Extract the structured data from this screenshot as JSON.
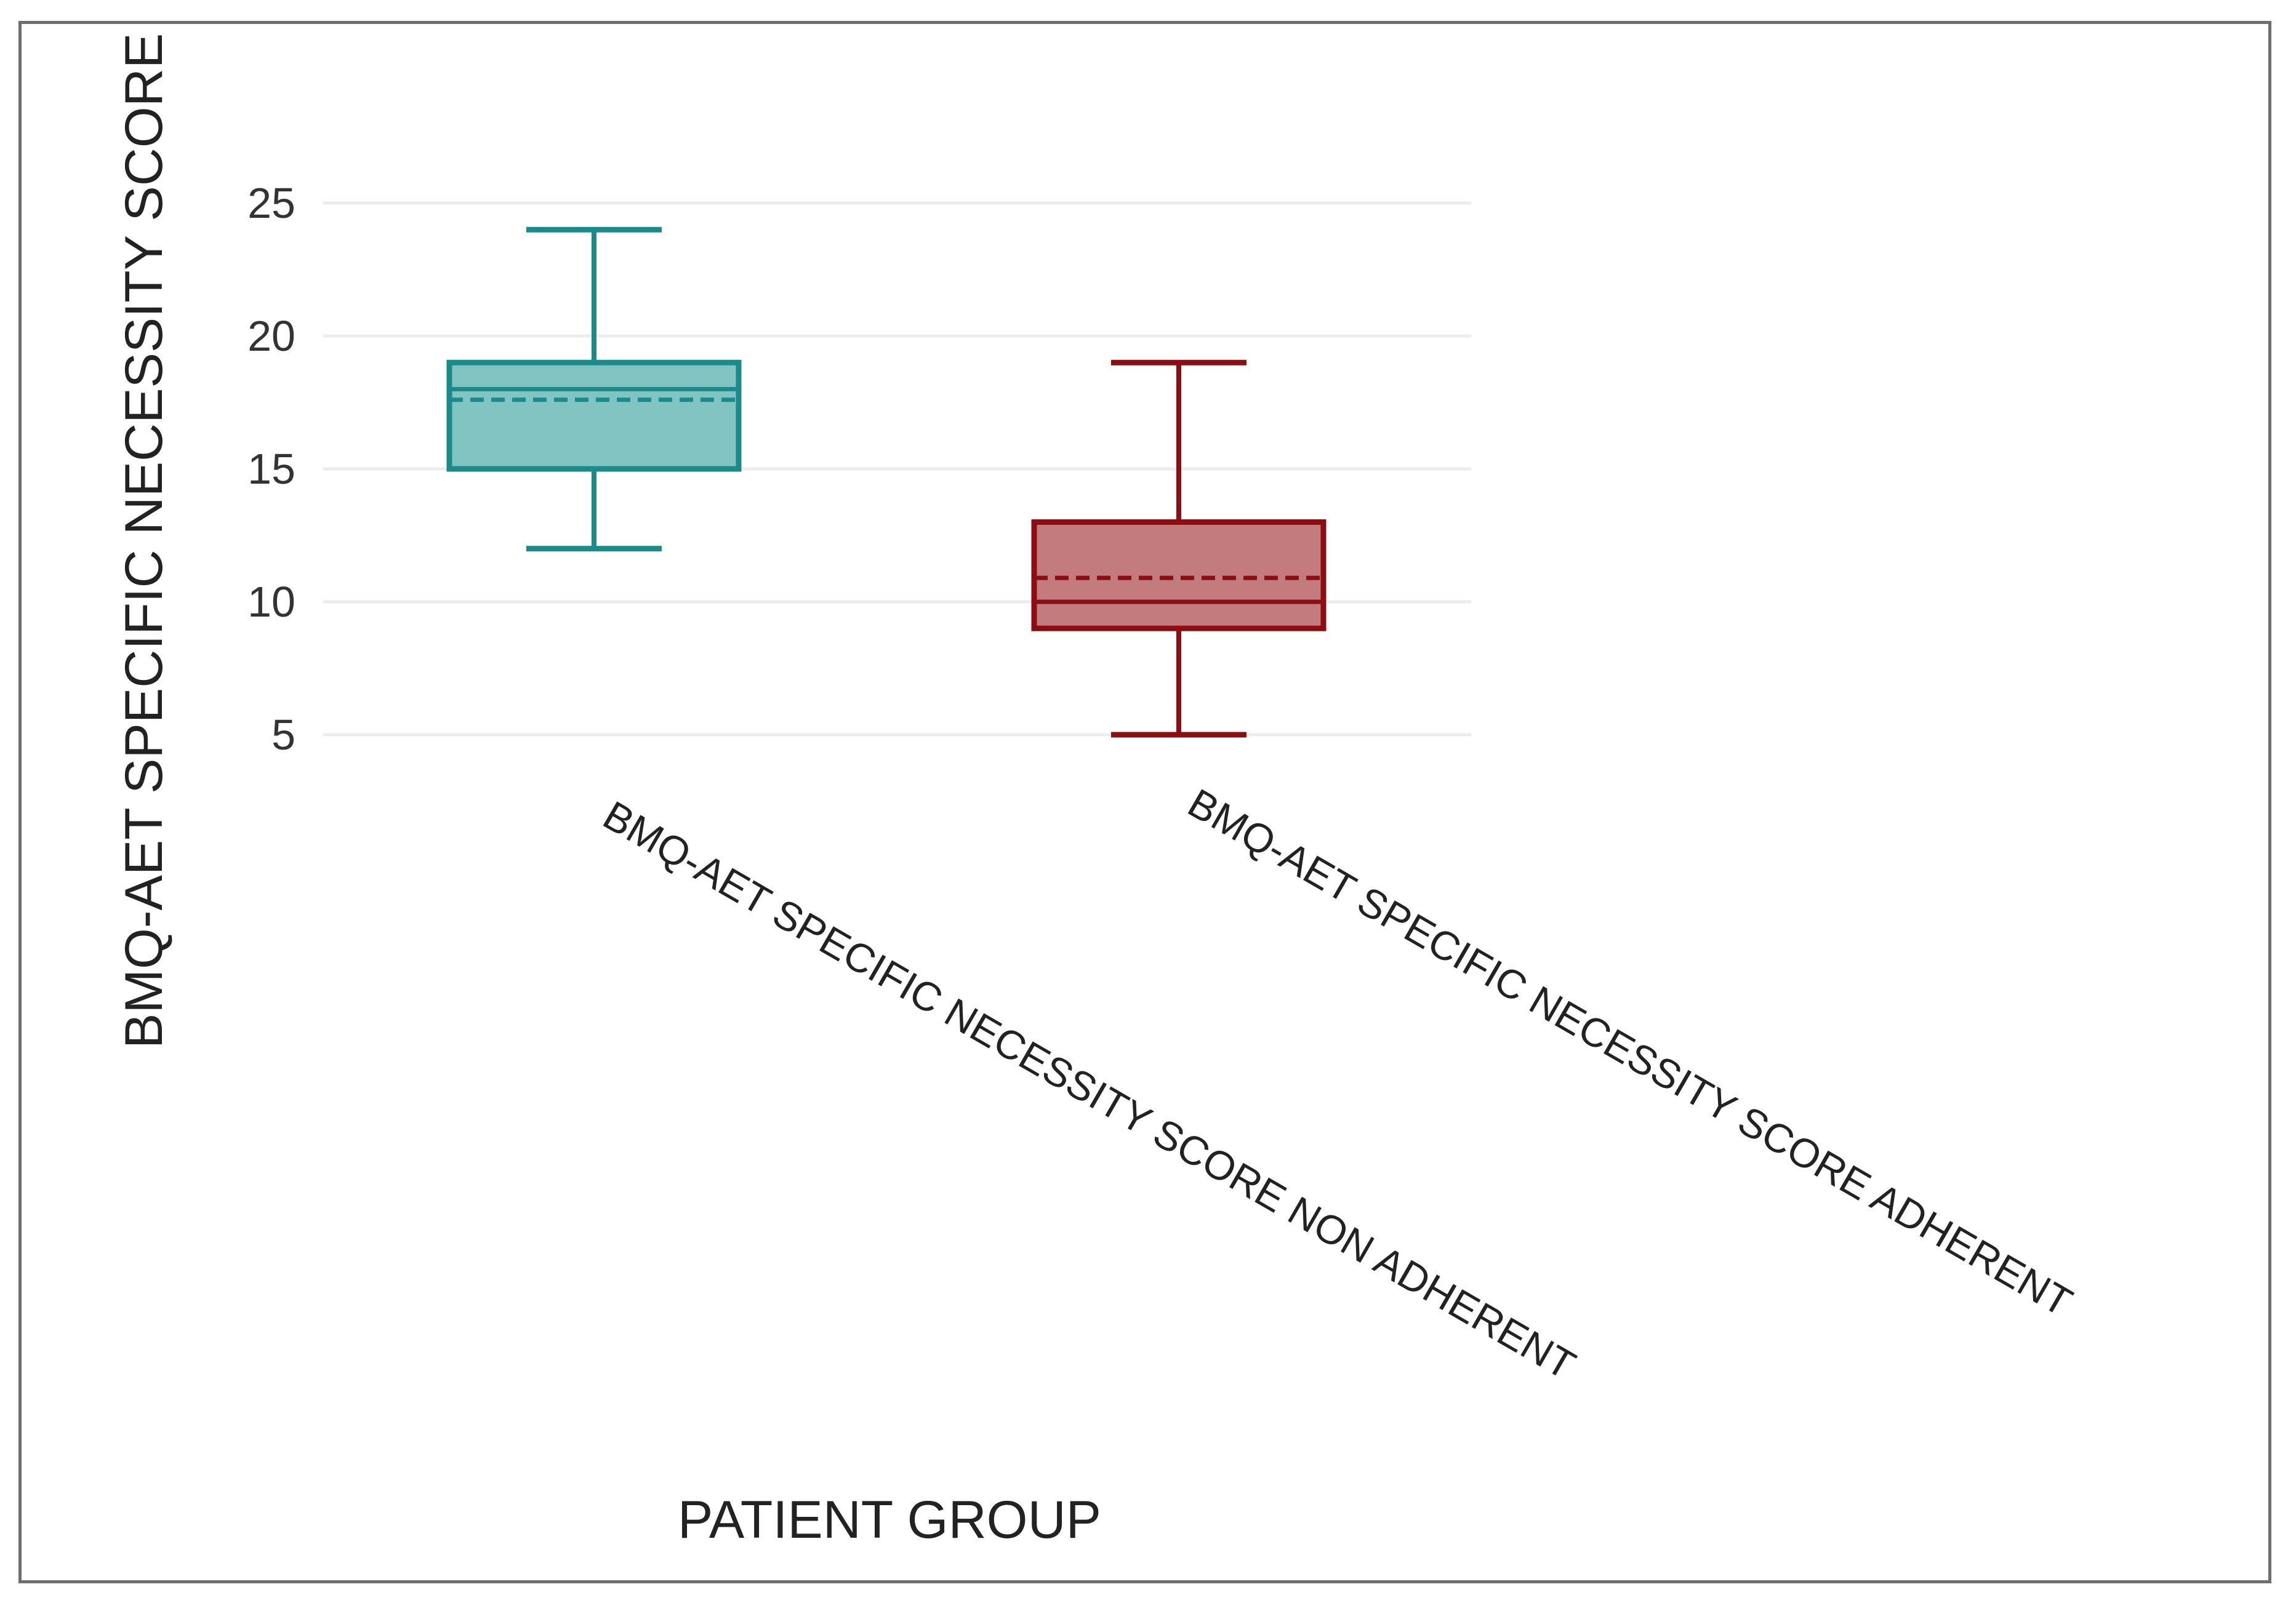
{
  "chart_data": {
    "type": "box",
    "xlabel": "PATIENT GROUP",
    "ylabel": "BMQ-AET SPECIFIC NECESSITY SCORE",
    "ylim": [
      3,
      27
    ],
    "yticks": [
      5,
      10,
      15,
      20,
      25
    ],
    "grid": true,
    "legend": "none",
    "series": [
      {
        "category": "BMQ-AET SPECIFIC NECESSITY SCORE NON ADHERENT",
        "min": 12,
        "q1": 15,
        "median": 18,
        "mean": 17.6,
        "q3": 19,
        "max": 24,
        "stroke": "#1a8a8a",
        "fill": "#82c4c2"
      },
      {
        "category": "BMQ-AET SPECIFIC NECESSITY SCORE ADHERENT",
        "min": 5,
        "q1": 9,
        "median": 10,
        "mean": 10.9,
        "q3": 13,
        "max": 19,
        "stroke": "#8b0e12",
        "fill": "#c47b7e"
      }
    ]
  }
}
